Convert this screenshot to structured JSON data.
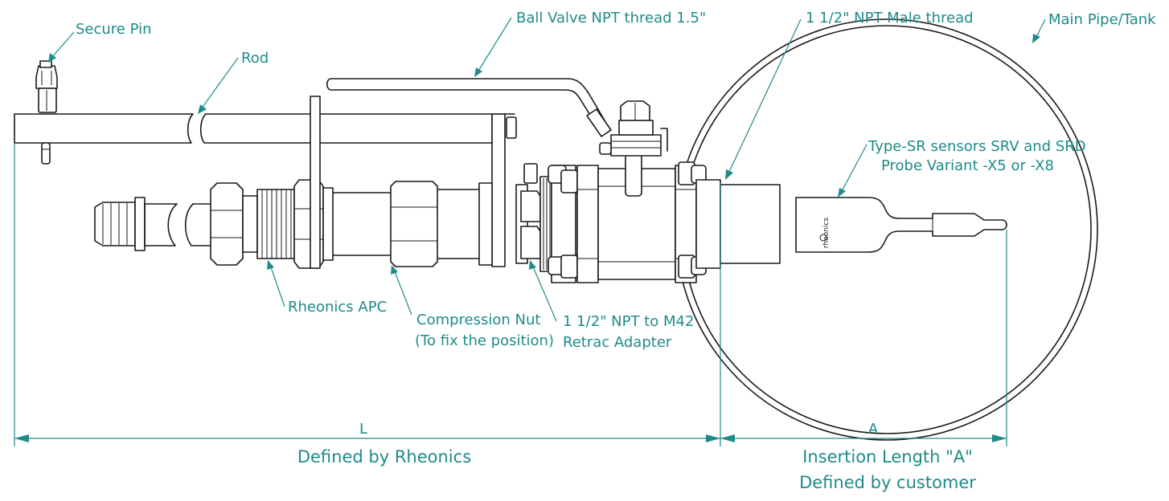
{
  "labels": {
    "secure_pin": "Secure Pin",
    "rod": "Rod",
    "ball_valve": "Ball Valve NPT thread 1.5\"",
    "male_thread": "1 1/2\" NPT Male thread",
    "main_pipe": "Main Pipe/Tank",
    "sensor_line1": "Type-SR sensors SRV and SRD",
    "sensor_line2": "Probe Variant -X5 or -X8",
    "apc": "Rheonics APC",
    "comp_nut_line1": "Compression Nut",
    "comp_nut_line2": "(To fix the position)",
    "adapter_line1": "1 1/2\" NPT to M42",
    "adapter_line2": "Retrac Adapter",
    "probe_brand": "rheonics"
  },
  "dimensions": {
    "l_symbol": "L",
    "l_text": "Defined by Rheonics",
    "a_symbol": "A",
    "a_text_line1": "Insertion Length \"A\"",
    "a_text_line2": "Defined by customer"
  },
  "colors": {
    "leader": "#1f8a8a",
    "line": "#1a1a1a"
  }
}
